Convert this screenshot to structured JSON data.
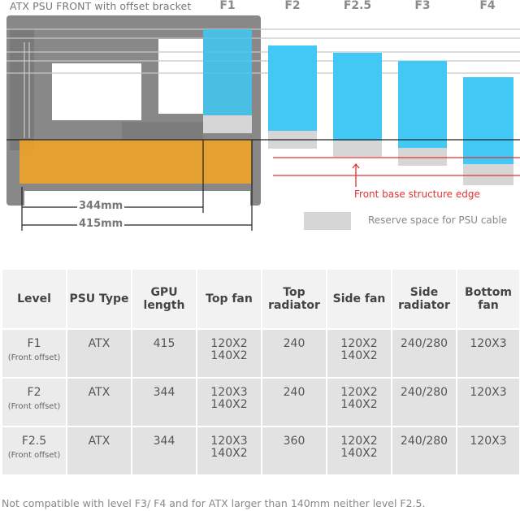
{
  "diagram": {
    "title": "ATX PSU FRONT with offset bracket",
    "levels": [
      "F1",
      "F2",
      "F2.5",
      "F3",
      "F4"
    ],
    "dimension_gpu_short": "344mm",
    "dimension_gpu_long": "415mm",
    "edge_label": "Front base structure edge",
    "legend_label": "Reserve space for PSU cable",
    "colors": {
      "radiator": "#41c8f5",
      "psu_zone": "#f5a623",
      "cable_reserve": "#d6d6d6",
      "case_body": "#8a8a8a",
      "edge_line": "#e23232"
    }
  },
  "table": {
    "headers": [
      "Level",
      "PSU Type",
      "GPU length",
      "Top fan",
      "Top radiator",
      "Side fan",
      "Side radiator",
      "Bottom fan"
    ],
    "rows": [
      {
        "level": "F1",
        "level_sub": "(Front offset)",
        "psu": "ATX",
        "gpu": "415",
        "top_fan": [
          "120X2",
          "140X2"
        ],
        "top_rad": "240",
        "side_fan": [
          "120X2",
          "140X2"
        ],
        "side_rad": "240/280",
        "bottom_fan": "120X3"
      },
      {
        "level": "F2",
        "level_sub": "(Front offset)",
        "psu": "ATX",
        "gpu": "344",
        "top_fan": [
          "120X3",
          "140X2"
        ],
        "top_rad": "240",
        "side_fan": [
          "120X2",
          "140X2"
        ],
        "side_rad": "240/280",
        "bottom_fan": "120X3"
      },
      {
        "level": "F2.5",
        "level_sub": "(Front offset)",
        "psu": "ATX",
        "gpu": "344",
        "top_fan": [
          "120X3",
          "140X2"
        ],
        "top_rad": "360",
        "side_fan": [
          "120X2",
          "140X2"
        ],
        "side_rad": "240/280",
        "bottom_fan": "120X3"
      }
    ]
  },
  "footnote": "Not compatible with level F3/ F4 and for ATX larger than 140mm neither level F2.5."
}
